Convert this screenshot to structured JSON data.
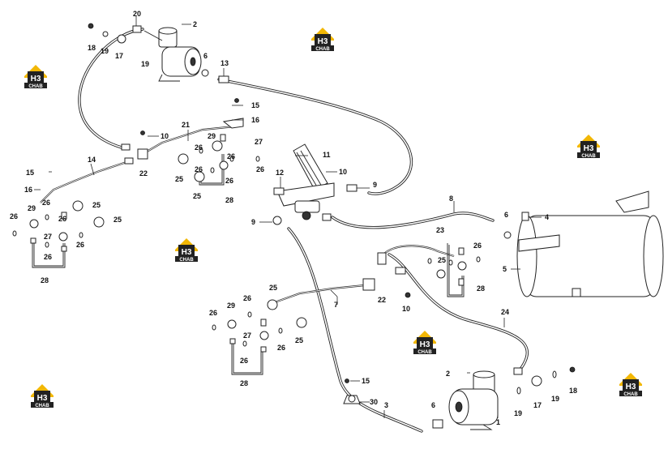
{
  "logo": {
    "mark": "H3",
    "name": "CHAB",
    "color_roof": "#f2b705",
    "color_box": "#222222"
  },
  "callouts": {
    "c20": "20",
    "c2a": "2",
    "c18a": "18",
    "c19a": "19",
    "c17a": "17",
    "c19b": "19",
    "c6a": "6",
    "c13": "13",
    "c15a": "15",
    "c16a": "16",
    "c21": "21",
    "c10a": "10",
    "c29a": "29",
    "c27a": "27",
    "c26a": "26",
    "c26b": "26",
    "c26c": "26",
    "c26d": "26",
    "c25a": "25",
    "c25b": "25",
    "c28a": "28",
    "c22a": "22",
    "c14": "14",
    "c15b": "15",
    "c16b": "16",
    "c26e": "26",
    "c29b": "29",
    "c25c": "25",
    "c25d": "25",
    "c27b": "27",
    "c26f": "26",
    "c26g": "26",
    "c26h": "26",
    "c28b": "28",
    "c11": "11",
    "c12": "12",
    "c10b": "10",
    "c9a": "9",
    "c9b": "9",
    "c8": "8",
    "c6b": "6",
    "c4": "4",
    "c5": "5",
    "c23": "23",
    "c26i": "26",
    "c25e": "25",
    "c28c": "28",
    "c22b": "22",
    "c10c": "10",
    "c7": "7",
    "c25f": "25",
    "c26j": "26",
    "c29c": "29",
    "c26k": "26",
    "c27c": "27",
    "c26l": "26",
    "c25g": "25",
    "c26m": "26",
    "c28d": "28",
    "c24": "24",
    "c2b": "2",
    "c15c": "15",
    "c30": "30",
    "c3": "3",
    "c6c": "6",
    "c1": "1",
    "c19c": "19",
    "c17b": "17",
    "c19d": "19",
    "c18b": "18"
  }
}
